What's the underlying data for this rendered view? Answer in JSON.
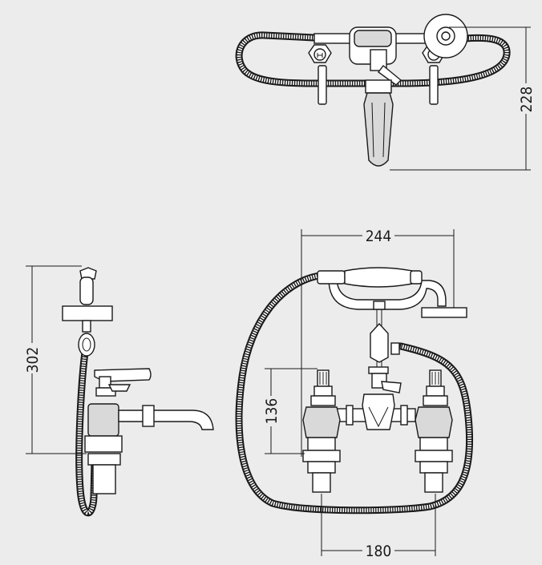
{
  "dimensions": {
    "plan_depth": "228",
    "side_height": "302",
    "front_width": "244",
    "front_height": "136",
    "tap_centres": "180"
  }
}
